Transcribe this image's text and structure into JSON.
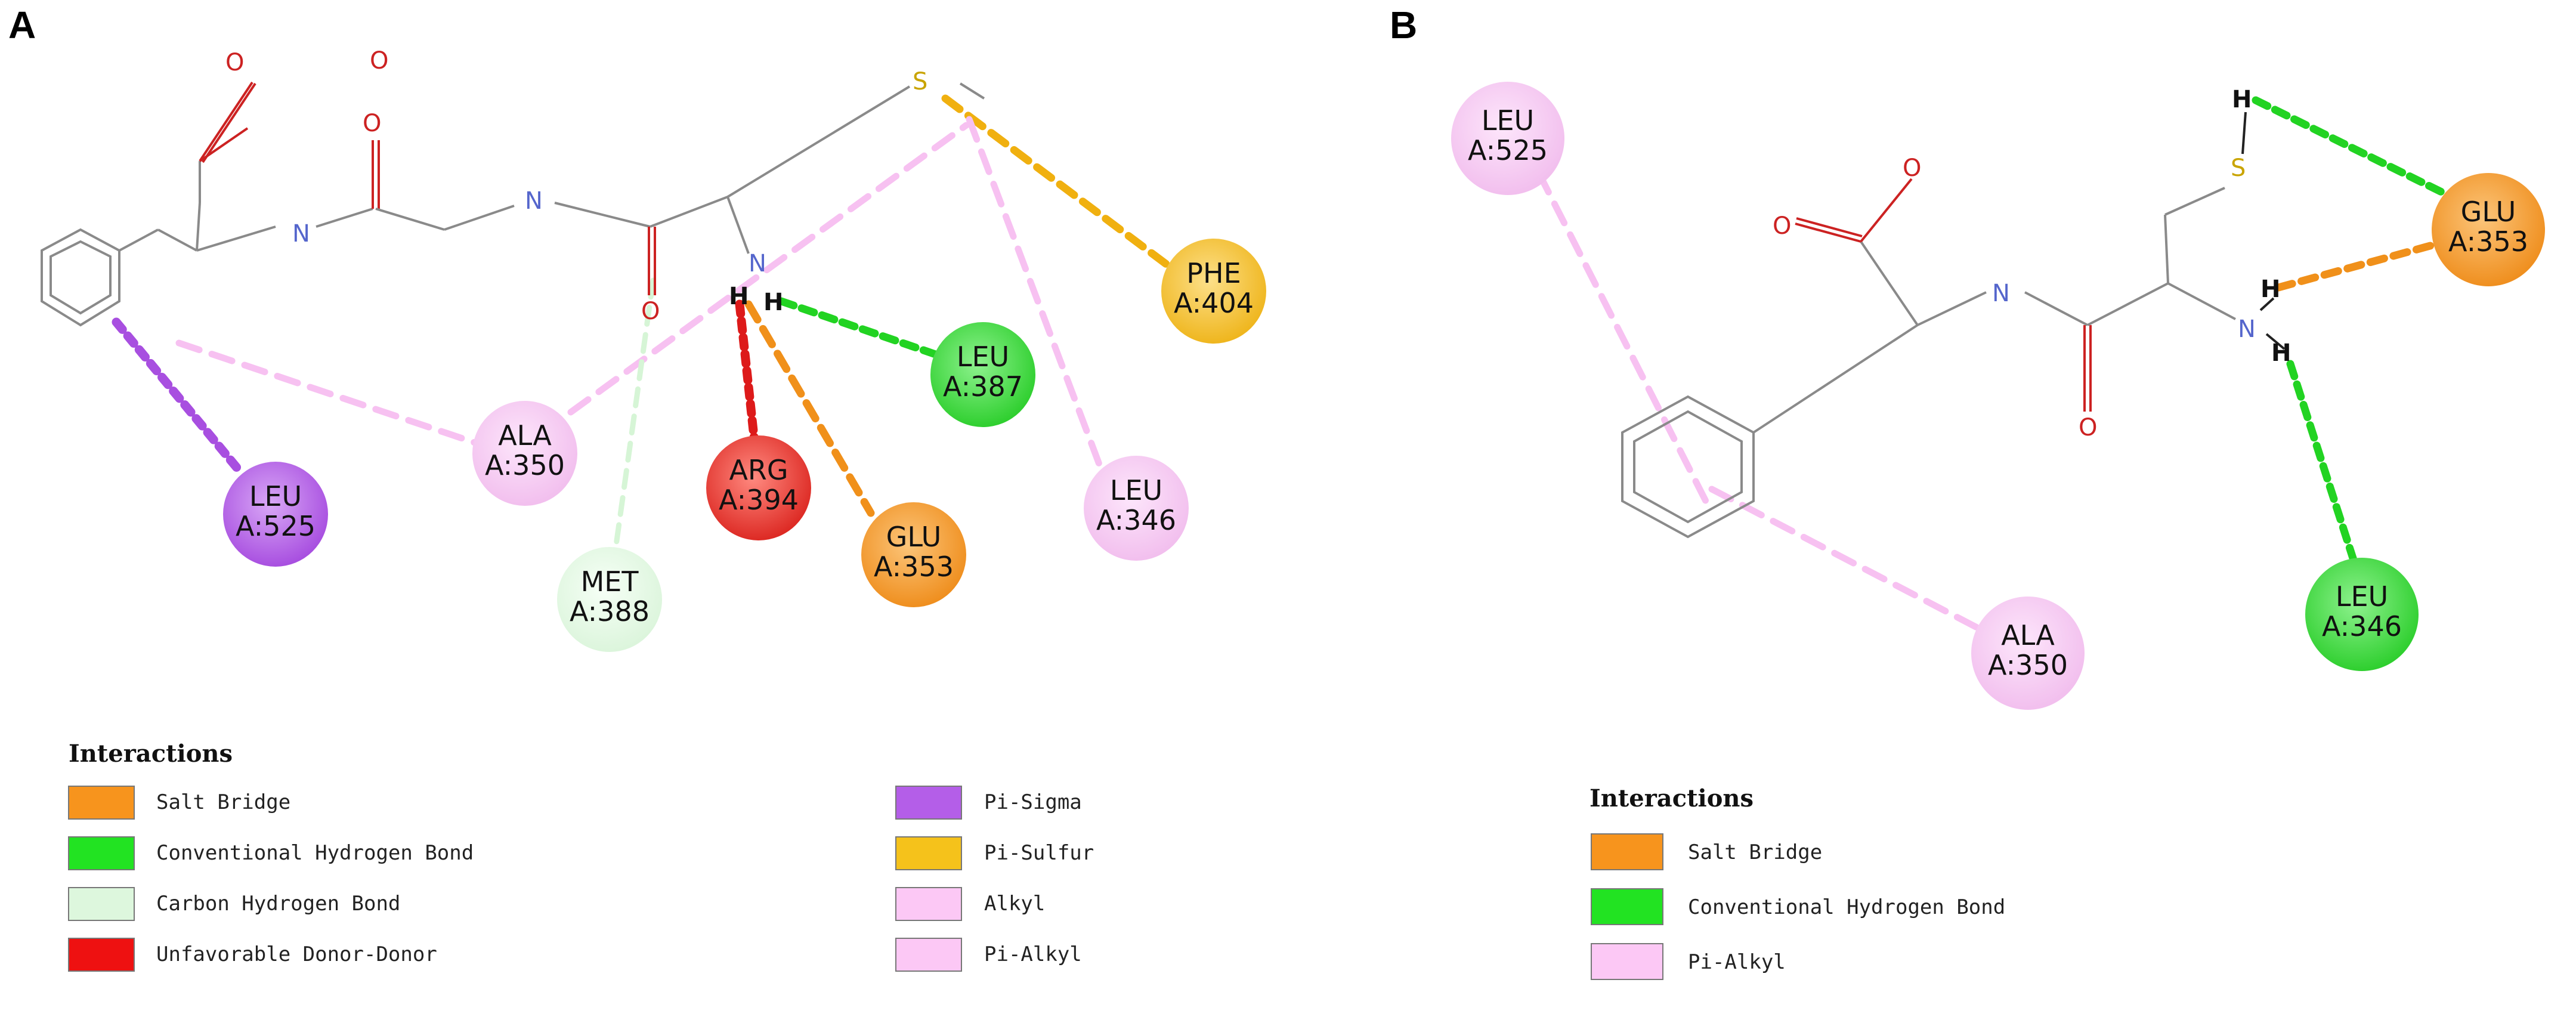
{
  "panels": [
    {
      "letter": "A",
      "atoms": {
        "o1": "O",
        "o2": "O",
        "o3": "O",
        "o4": "O",
        "n1": "N",
        "n2": "N",
        "n3": "N",
        "s": "S",
        "h1": "H",
        "h2": "H"
      },
      "residues": [
        {
          "line1": "LEU",
          "line2": "A:525",
          "color": "#b45ee8",
          "type": "pi-sigma"
        },
        {
          "line1": "ALA",
          "line2": "A:350",
          "color": "#f7c6f2",
          "type": "alkyl"
        },
        {
          "line1": "MET",
          "line2": "A:388",
          "color": "#e2f8e2",
          "type": "carbon-hbond"
        },
        {
          "line1": "ARG",
          "line2": "A:394",
          "color": "#e8322d",
          "type": "unfavorable"
        },
        {
          "line1": "GLU",
          "line2": "A:353",
          "color": "#f59a2a",
          "type": "salt-bridge"
        },
        {
          "line1": "LEU",
          "line2": "A:387",
          "color": "#3fd83f",
          "type": "conv-hbond"
        },
        {
          "line1": "PHE",
          "line2": "A:404",
          "color": "#f2c02c",
          "type": "pi-sulfur"
        },
        {
          "line1": "LEU",
          "line2": "A:346",
          "color": "#f7c6f2",
          "type": "alkyl"
        }
      ],
      "legend": {
        "title": "Interactions",
        "items": [
          {
            "label": "Salt Bridge",
            "color": "#f7941d"
          },
          {
            "label": "Conventional Hydrogen Bond",
            "color": "#22e322"
          },
          {
            "label": "Carbon Hydrogen Bond",
            "color": "#ddf7dd"
          },
          {
            "label": "Unfavorable Donor-Donor",
            "color": "#ee1111"
          },
          {
            "label": "Pi-Sigma",
            "color": "#b45ee8"
          },
          {
            "label": "Pi-Sulfur",
            "color": "#f5c21b"
          },
          {
            "label": "Alkyl",
            "color": "#fcc8f5"
          },
          {
            "label": "Pi-Alkyl",
            "color": "#fcc8f5"
          }
        ]
      }
    },
    {
      "letter": "B",
      "atoms": {
        "o1": "O",
        "o2": "O",
        "o3": "O",
        "n1": "N",
        "n2": "N",
        "s": "S",
        "h1": "H",
        "h2": "H",
        "h3": "H"
      },
      "residues": [
        {
          "line1": "LEU",
          "line2": "A:525",
          "color": "#f7c6f2",
          "type": "pi-alkyl"
        },
        {
          "line1": "GLU",
          "line2": "A:353",
          "color": "#f59a2a",
          "type": "salt-bridge"
        },
        {
          "line1": "ALA",
          "line2": "A:350",
          "color": "#f7c6f2",
          "type": "pi-alkyl"
        },
        {
          "line1": "LEU",
          "line2": "A:346",
          "color": "#3fd83f",
          "type": "conv-hbond"
        }
      ],
      "legend": {
        "title": "Interactions",
        "items": [
          {
            "label": "Salt Bridge",
            "color": "#f7941d"
          },
          {
            "label": "Conventional Hydrogen Bond",
            "color": "#22e322"
          },
          {
            "label": "Pi-Alkyl",
            "color": "#fcc8f5"
          }
        ]
      }
    }
  ]
}
